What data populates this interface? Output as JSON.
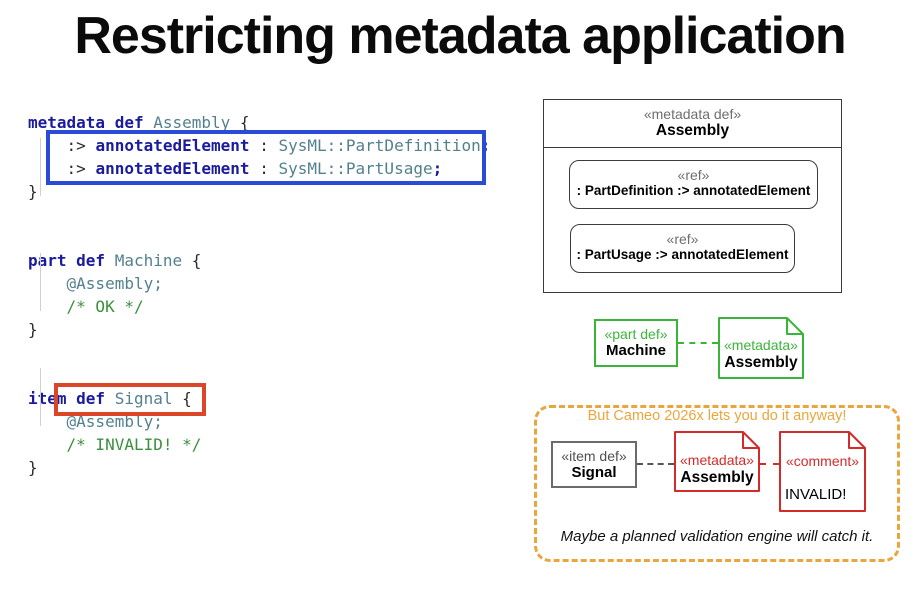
{
  "title": "Restricting metadata application",
  "colors": {
    "code_keyword": "#1b1b9e",
    "code_type": "#53808f",
    "code_comment": "#3c8f3c",
    "valid_highlight_box": "#2a4bd7",
    "invalid_highlight_box": "#dc4628",
    "diagram_green": "#3ab53a",
    "diagram_red": "#d42a2a",
    "diagram_orange": "#e9a63c",
    "stereotype_gray": "#6e6e6e"
  },
  "code": {
    "lines": [
      [
        {
          "c": "kw",
          "t": "metadata def"
        },
        {
          "c": "pn",
          "t": " "
        },
        {
          "c": "ty",
          "t": "Assembly"
        },
        {
          "c": "pn",
          "t": " {"
        }
      ],
      [
        {
          "c": "pn",
          "t": "    :> "
        },
        {
          "c": "kw",
          "t": "annotatedElement"
        },
        {
          "c": "pn",
          "t": " : "
        },
        {
          "c": "ty",
          "t": "SysML::PartDefinition"
        },
        {
          "c": "kw",
          "t": ";"
        }
      ],
      [
        {
          "c": "pn",
          "t": "    :> "
        },
        {
          "c": "kw",
          "t": "annotatedElement"
        },
        {
          "c": "pn",
          "t": " : "
        },
        {
          "c": "ty",
          "t": "SysML::PartUsage"
        },
        {
          "c": "kw",
          "t": ";"
        }
      ],
      [
        {
          "c": "pn",
          "t": "}"
        }
      ],
      [],
      [],
      [
        {
          "c": "kw",
          "t": "part def"
        },
        {
          "c": "pn",
          "t": " "
        },
        {
          "c": "ty",
          "t": "Machine"
        },
        {
          "c": "pn",
          "t": " {"
        }
      ],
      [
        {
          "c": "pn",
          "t": "    "
        },
        {
          "c": "ty",
          "t": "@Assembly;"
        }
      ],
      [
        {
          "c": "pn",
          "t": "    "
        },
        {
          "c": "cm",
          "t": "/* OK */"
        }
      ],
      [
        {
          "c": "pn",
          "t": "}"
        }
      ],
      [],
      [],
      [
        {
          "c": "kw",
          "t": "item def"
        },
        {
          "c": "pn",
          "t": " "
        },
        {
          "c": "ty",
          "t": "Signal"
        },
        {
          "c": "pn",
          "t": " {"
        }
      ],
      [
        {
          "c": "pn",
          "t": "    "
        },
        {
          "c": "ty",
          "t": "@Assembly;"
        }
      ],
      [
        {
          "c": "pn",
          "t": "    "
        },
        {
          "c": "cm",
          "t": "/* INVALID! */"
        }
      ],
      [
        {
          "c": "pn",
          "t": "}"
        }
      ]
    ]
  },
  "class_diagram": {
    "stereotype": "«metadata def»",
    "name": "Assembly",
    "features": [
      {
        "stereotype": "«ref»",
        "text": ": PartDefinition :> annotatedElement"
      },
      {
        "stereotype": "«ref»",
        "text": ": PartUsage :> annotatedElement"
      }
    ]
  },
  "valid_example": {
    "box": {
      "stereotype": "«part def»",
      "name": "Machine"
    },
    "note": {
      "stereotype": "«metadata»",
      "name": "Assembly"
    }
  },
  "invalid_example": {
    "banner": "But Cameo 2026x lets you do it anyway!",
    "box": {
      "stereotype": "«item def»",
      "name": "Signal"
    },
    "metadata_note": {
      "stereotype": "«metadata»",
      "name": "Assembly"
    },
    "comment_note": {
      "stereotype": "«comment»",
      "body": "INVALID!"
    },
    "caption": "Maybe a planned validation engine will catch it."
  }
}
